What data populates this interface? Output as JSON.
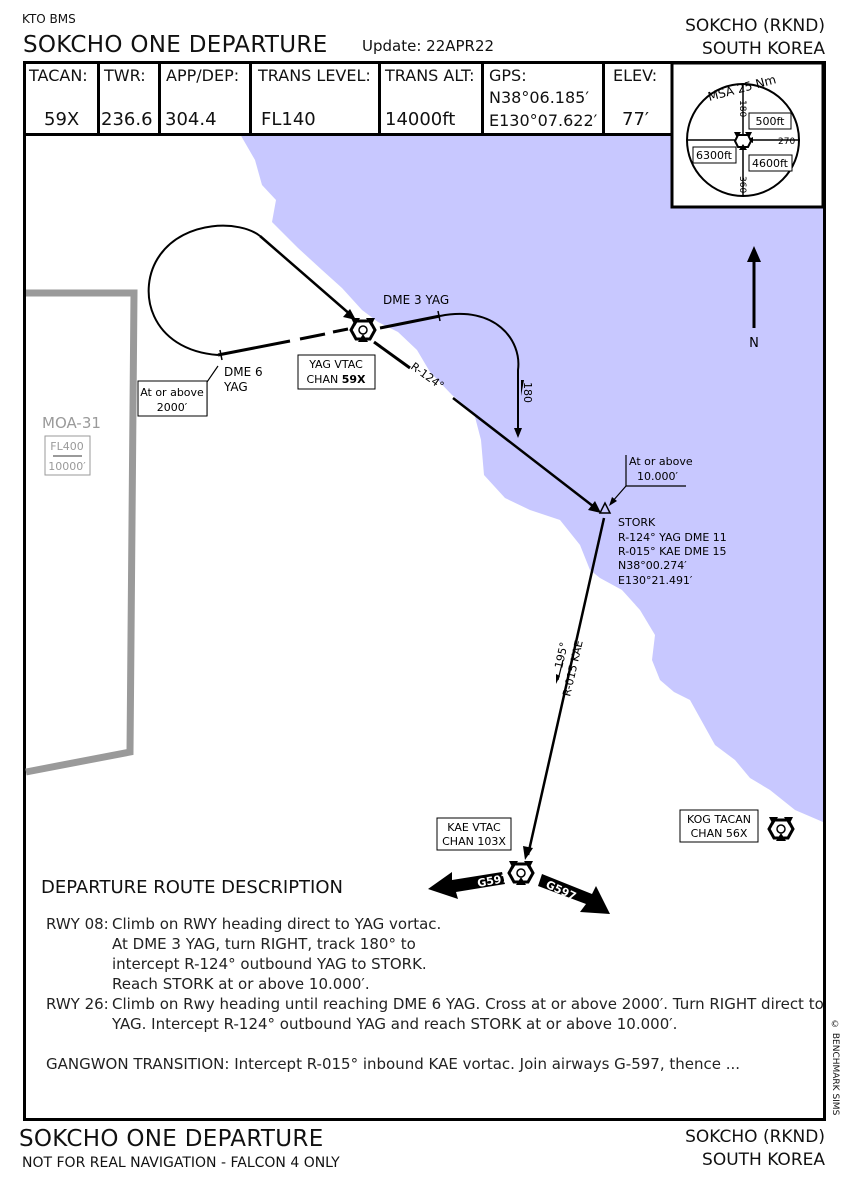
{
  "header": {
    "source": "KTO BMS",
    "title": "SOKCHO ONE DEPARTURE",
    "update": "Update: 22APR22",
    "airport": "SOKCHO (RKND)",
    "country": "SOUTH KOREA"
  },
  "info": {
    "tacan_label": "TACAN:",
    "tacan_value": "59X",
    "twr_label": "TWR:",
    "twr_value": "236.6",
    "appdep_label": "APP/DEP:",
    "appdep_value": "304.4",
    "translevel_label": "TRANS LEVEL:",
    "translevel_value": "FL140",
    "transalt_label": "TRANS ALT:",
    "transalt_value": "14000ft",
    "gps_label": "GPS:",
    "gps_lat": "N38°06.185′",
    "gps_lon": "E130°07.622′",
    "elev_label": "ELEV:",
    "elev_value": "77′"
  },
  "msa": {
    "title": "MSA 25 Nm",
    "alt_ne": "500ft",
    "alt_w": "6300ft",
    "alt_se": "4600ft",
    "brg_top": "180",
    "brg_right": "270",
    "brg_bottom": "360"
  },
  "map": {
    "north": "N",
    "dme3": "DME 3 YAG",
    "dme6_1": "DME 6",
    "dme6_2": "YAG",
    "atabove2000_1": "At or above",
    "atabove2000_2": "2000′",
    "yag_1": "YAG VTAC",
    "yag_2a": "CHAN ",
    "yag_2b": "59X",
    "r124": "R-124°",
    "trk180": "180",
    "moa": "MOA-31",
    "moa_top": "FL400",
    "moa_bot": "10000′",
    "stork_alt_1": "At or above",
    "stork_alt_2": "10.000′",
    "stork_name": "STORK",
    "stork_l1": "R-124° YAG DME 11",
    "stork_l2": "R-015° KAE DME 15",
    "stork_l3": "N38°00.274′",
    "stork_l4": "E130°21.491′",
    "r015": "R-015 KAE",
    "hdg195": "195°",
    "kae_1": "KAE VTAC",
    "kae_2": "CHAN 103X",
    "kog_1": "KOG TACAN",
    "kog_2": "CHAN 56X",
    "g597": "G597",
    "colors": {
      "sea": "#c8c8ff",
      "moa": "#9a9a9a"
    }
  },
  "description": {
    "heading": "DEPARTURE ROUTE DESCRIPTION",
    "rwy08_label": "RWY 08:",
    "rwy08_l1": "Climb on RWY heading direct to YAG vortac.",
    "rwy08_l2": "At DME 3 YAG, turn RIGHT, track 180° to",
    "rwy08_l3": "intercept R-124° outbound YAG to STORK.",
    "rwy08_l4": "Reach STORK at or above 10.000′.",
    "rwy26_label": "RWY 26:",
    "rwy26_l1": "Climb on Rwy heading until reaching DME 6 YAG. Cross at or above 2000′. Turn RIGHT direct to",
    "rwy26_l2": "YAG. Intercept R-124° outbound YAG and reach STORK at or above 10.000′.",
    "gangwon": "GANGWON TRANSITION: Intercept R-015° inbound KAE vortac. Join airways G-597, thence ...",
    "copyright": "© BENCHMARK SIMS"
  },
  "footer": {
    "title": "SOKCHO ONE DEPARTURE",
    "note": "NOT FOR REAL NAVIGATION - FALCON 4 ONLY",
    "airport": "SOKCHO (RKND)",
    "country": "SOUTH KOREA"
  }
}
